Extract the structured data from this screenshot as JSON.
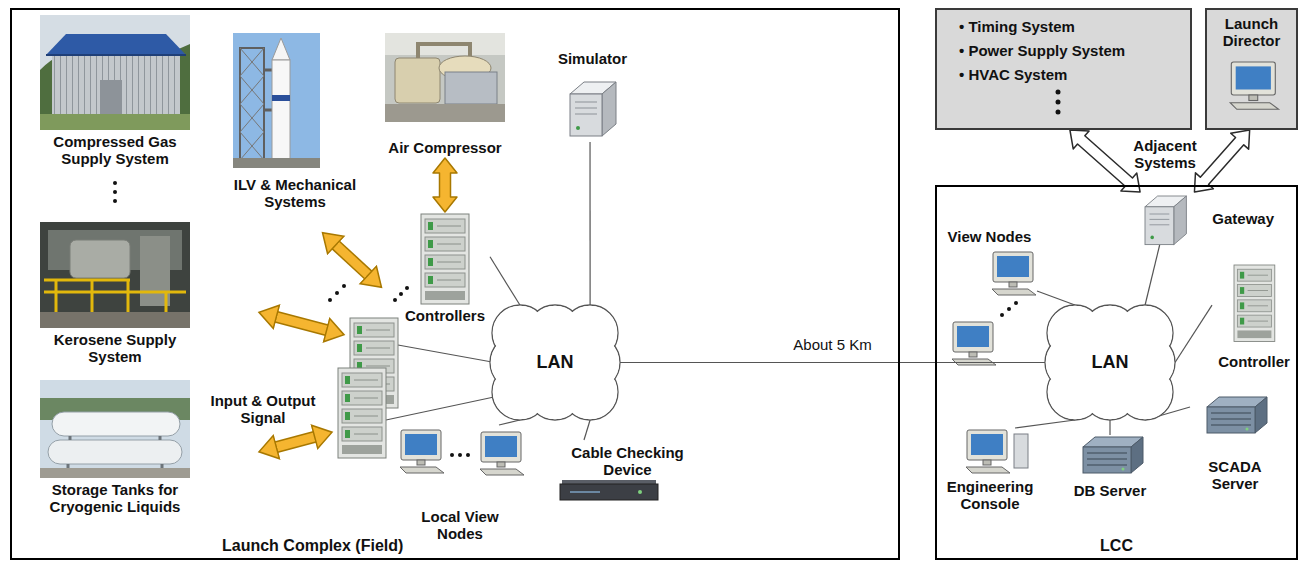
{
  "diagram": {
    "nodes": [
      {
        "text": [
          "Launch Complex (Field)"
        ]
      },
      {
        "text": [
          "Compressed Gas Supply System"
        ],
        "in": 0
      },
      {
        "text": [
          "Kerosene Supply System"
        ],
        "in": 0
      },
      {
        "text": [
          "Storage Tanks for Cryogenic Liquids"
        ],
        "in": 0
      },
      {
        "text": [
          "ILV & Mechanical Systems"
        ],
        "in": 0
      },
      {
        "text": [
          "Air Compressor"
        ],
        "in": 0
      },
      {
        "text": [
          "Controllers"
        ],
        "in": 0
      },
      {
        "text": [
          "Simulator"
        ],
        "in": 0
      },
      {
        "text": [
          "LAN"
        ],
        "in": 0
      },
      {
        "text": [
          "Local View Nodes"
        ],
        "in": 0
      },
      {
        "text": [
          "Cable Checking Device"
        ],
        "in": 0
      },
      {
        "text": [
          "• Timing System",
          "• Power Supply System",
          "• HVAC System"
        ]
      },
      {
        "text": [
          "Launch Director"
        ]
      },
      {
        "text": [
          "LCC"
        ]
      },
      {
        "text": [
          "View Nodes"
        ],
        "in": 13
      },
      {
        "text": [
          "Gateway"
        ],
        "in": 13
      },
      {
        "text": [
          "LAN"
        ],
        "in": 13
      },
      {
        "text": [
          "Controller"
        ],
        "in": 13
      },
      {
        "text": [
          "Engineering Console"
        ],
        "in": 13
      },
      {
        "text": [
          "DB Server"
        ],
        "in": 13
      },
      {
        "text": [
          "SCADA Server"
        ],
        "in": 13
      }
    ],
    "edges": [
      {
        "from": 5,
        "to": 6,
        "arrow": "both"
      },
      {
        "from": 6,
        "to": 8,
        "arrow": "none"
      },
      {
        "from": 7,
        "to": 8,
        "arrow": "none"
      },
      {
        "from": 9,
        "to": 8,
        "arrow": "none"
      },
      {
        "from": 10,
        "to": 8,
        "arrow": "none"
      },
      {
        "from": 8,
        "to": 16,
        "arrow": "none",
        "label": "About 5 Km"
      },
      {
        "from": 15,
        "to": 11,
        "arrow": "both"
      },
      {
        "from": 15,
        "to": 12,
        "arrow": "both"
      },
      {
        "from": 14,
        "to": 16,
        "arrow": "none"
      },
      {
        "from": 15,
        "to": 16,
        "arrow": "none"
      },
      {
        "from": 17,
        "to": 16,
        "arrow": "none"
      },
      {
        "from": 18,
        "to": 16,
        "arrow": "none"
      },
      {
        "from": 19,
        "to": 16,
        "arrow": "none"
      },
      {
        "from": 20,
        "to": 16,
        "arrow": "none"
      }
    ],
    "labels": [
      "Input & Output Signal",
      "Adjacent Systems"
    ]
  }
}
